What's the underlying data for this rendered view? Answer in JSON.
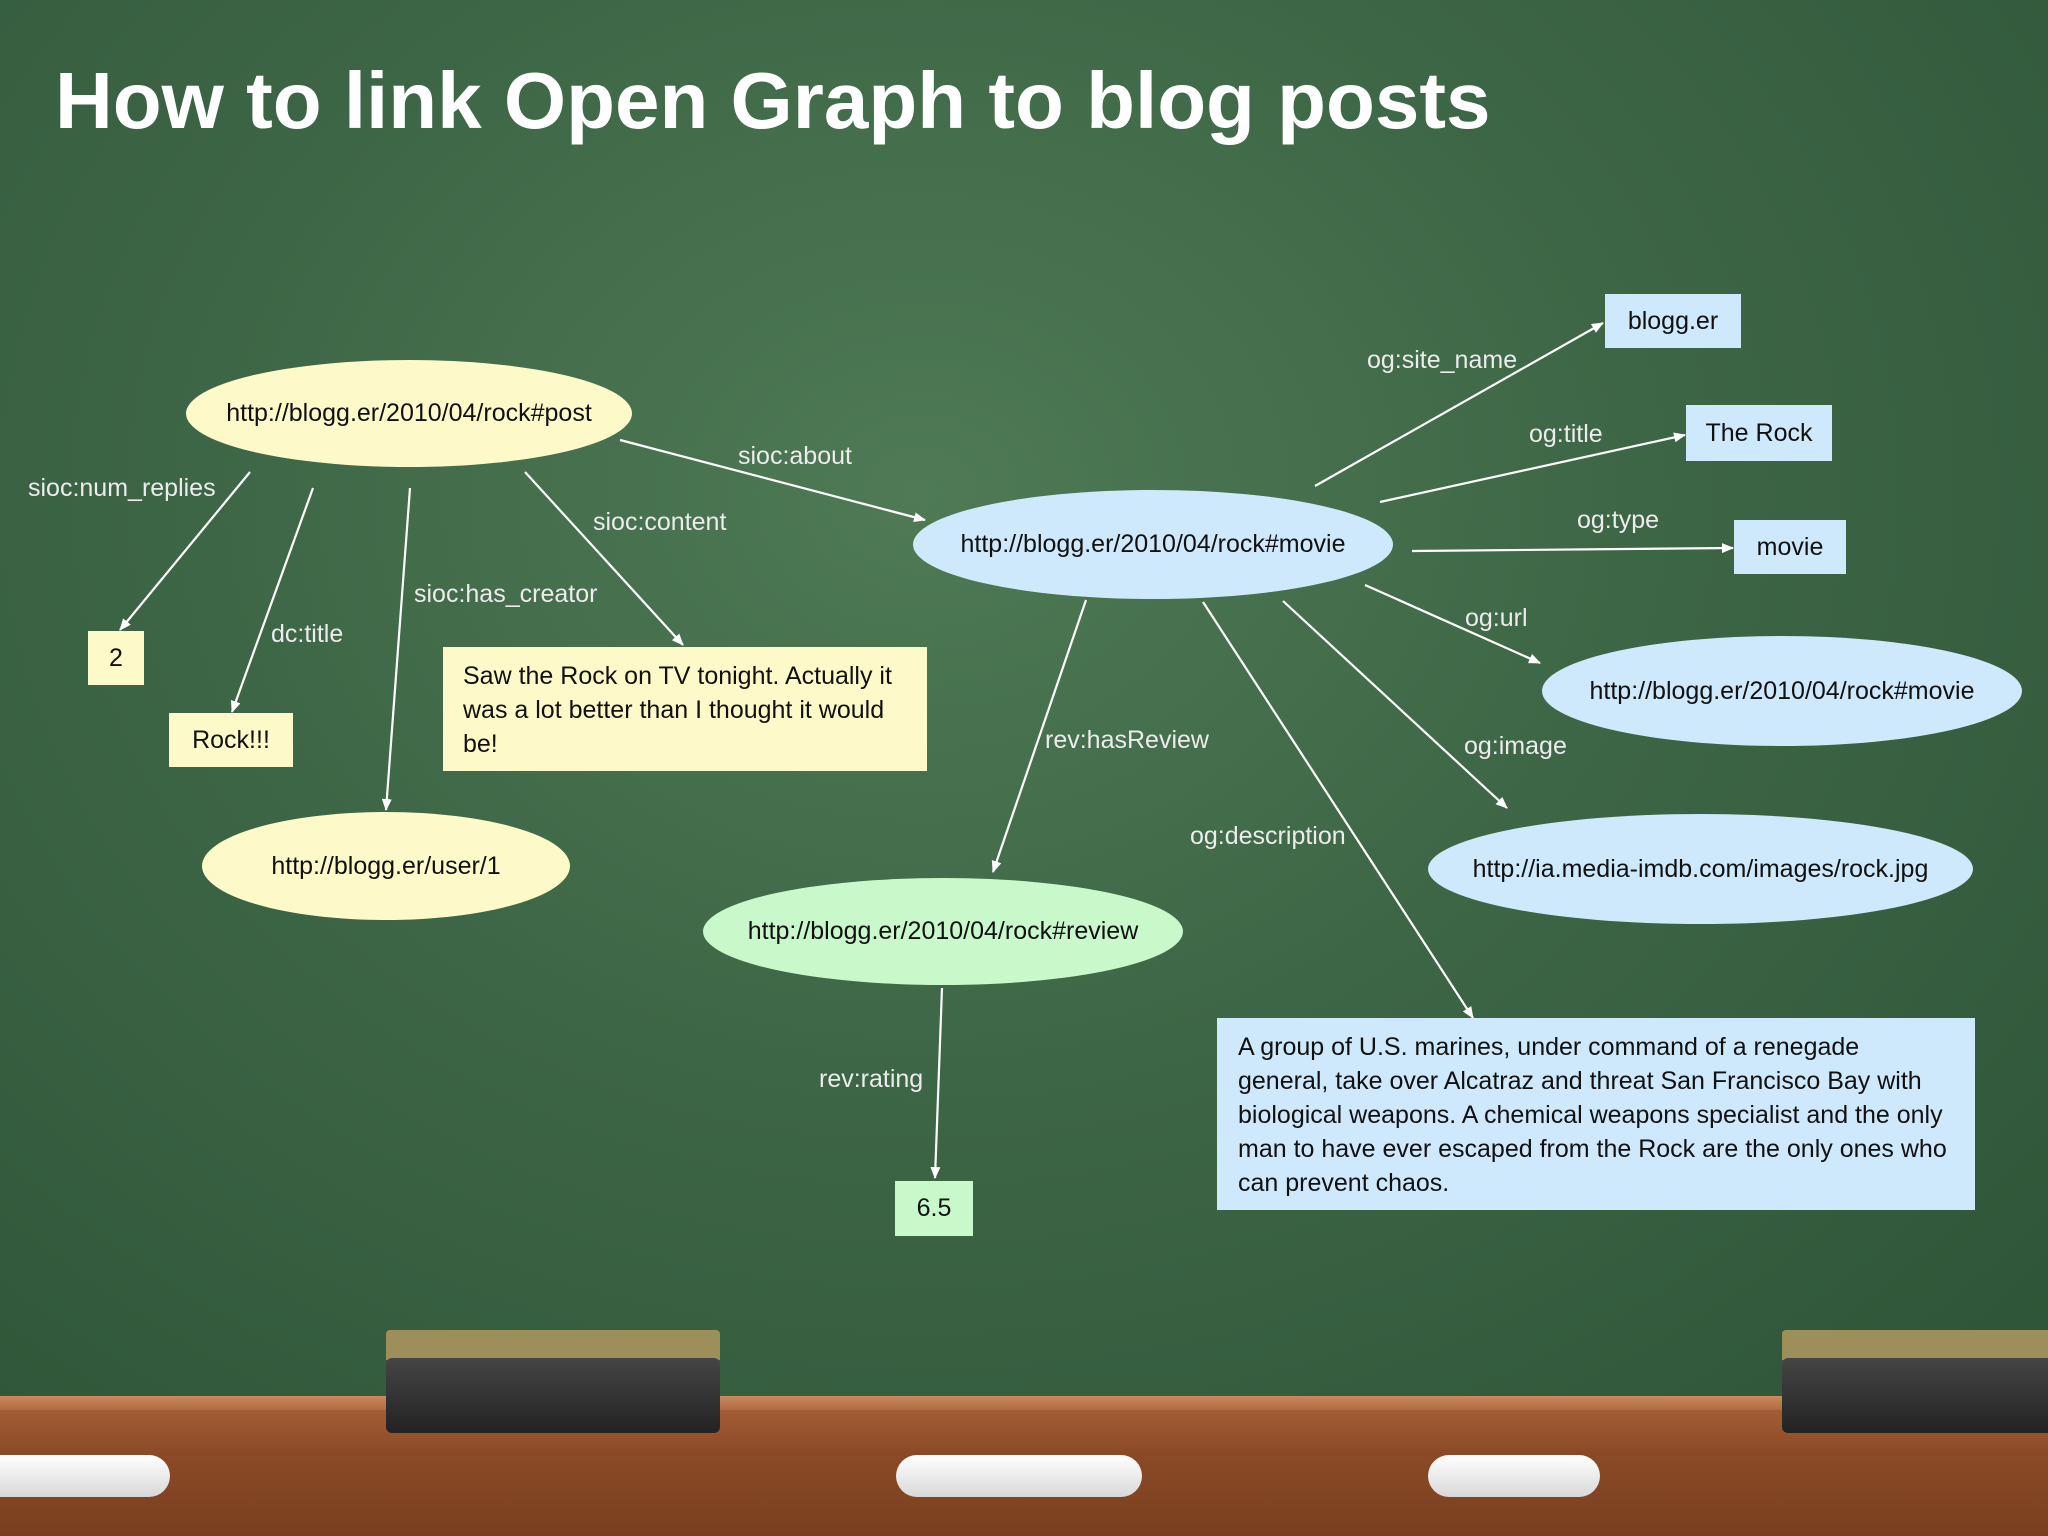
{
  "title": "How to link Open Graph to blog posts",
  "nodes": {
    "post": "http://blogg.er/2010/04/rock#post",
    "movie": "http://blogg.er/2010/04/rock#movie",
    "user": "http://blogg.er/user/1",
    "review": "http://blogg.er/2010/04/rock#review",
    "num_replies_value": "2",
    "title_value": "Rock!!!",
    "content_value": "Saw the Rock on TV tonight. Actually it was a lot better than I thought it would be!",
    "site_name_value": "blogg.er",
    "og_title_value": "The Rock",
    "og_type_value": "movie",
    "og_url_value": "http://blogg.er/2010/04/rock#movie",
    "og_image_value": "http://ia.media-imdb.com/images/rock.jpg",
    "description_value": "A group of U.S. marines, under command of a renegade general, take over Alcatraz and threat San Francisco Bay with biological weapons. A chemical weapons specialist and the only man to have ever escaped from the Rock are the only ones who can prevent chaos.",
    "rating_value": "6.5"
  },
  "edges": {
    "sioc_num_replies": "sioc:num_replies",
    "dc_title": "dc:title",
    "sioc_has_creator": "sioc:has_creator",
    "sioc_content": "sioc:content",
    "sioc_about": "sioc:about",
    "og_site_name": "og:site_name",
    "og_title": "og:title",
    "og_type": "og:type",
    "og_url": "og:url",
    "og_image": "og:image",
    "og_description": "og:description",
    "rev_hasReview": "rev:hasReview",
    "rev_rating": "rev:rating"
  },
  "colors": {
    "board": "#3f6947",
    "yellow_node": "#fdf9c9",
    "blue_node": "#cde9fb",
    "green_node": "#c9f9cb",
    "arrow": "#ffffff"
  }
}
